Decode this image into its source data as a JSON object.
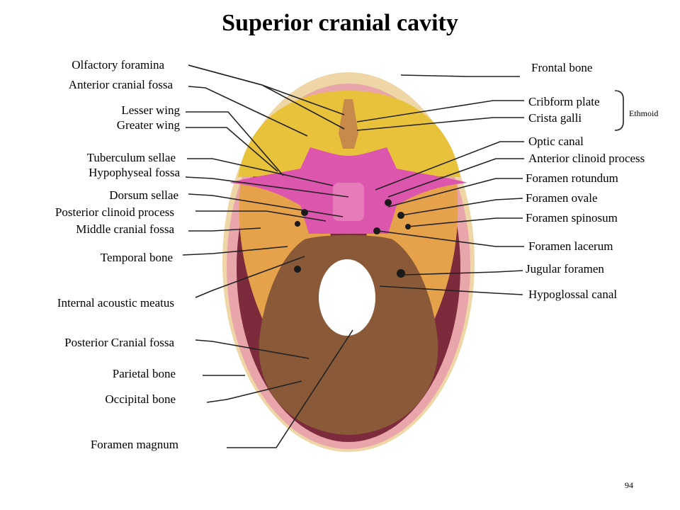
{
  "title": "Superior cranial cavity",
  "page_number": "94",
  "labels_left": [
    "Olfactory foramina",
    "Anterior cranial fossa",
    "Lesser wing",
    "Greater wing",
    "Tuberculum sellae",
    "Hypophyseal fossa",
    "Dorsum sellae",
    "Posterior clinoid process",
    "Middle cranial fossa",
    "Temporal bone",
    "Internal acoustic meatus",
    "Posterior Cranial fossa",
    "Parietal bone",
    "Occipital bone",
    "Foramen magnum"
  ],
  "labels_right": [
    "Frontal bone",
    "Cribform plate",
    "Crista galli",
    "Optic canal",
    "Anterior clinoid process",
    "Foramen rotundum",
    "Foramen ovale",
    "Foramen spinosum",
    "Foramen lacerum",
    "Jugular foramen",
    "Hypoglossal canal"
  ],
  "bracket_label": "Ethmoid",
  "colors": {
    "skull_outer": "#eed6a6",
    "skull_pink": "#e8a6aa",
    "interior_dark": "#7c2a3c",
    "anterior_fossa": "#e8c23a",
    "sphenoid": "#dd56ae",
    "middle_fossa": "#e6a24a",
    "posterior_fossa": "#8a5a38",
    "foramen_magnum": "#ffffff"
  }
}
